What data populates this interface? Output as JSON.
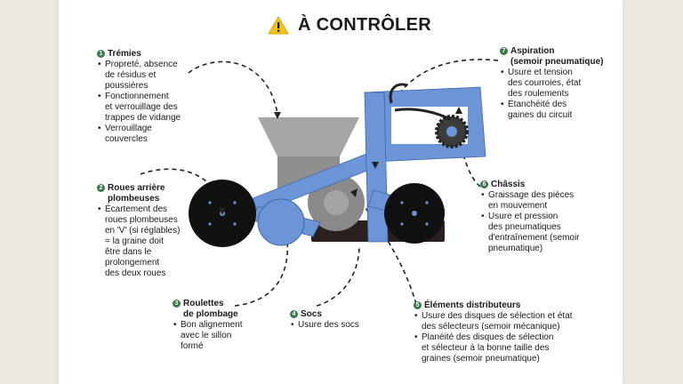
{
  "title": "À CONTRÔLER",
  "colors": {
    "machine_blue": "#6b95d6",
    "badge_green": "#3a7a4a",
    "warning_yellow": "#f2c21b"
  },
  "icons": {
    "warning": "warning-triangle-icon"
  },
  "sections": [
    {
      "num": "1",
      "heading": [
        "Trémies"
      ],
      "items": [
        [
          "Propreté, absence",
          "de résidus et",
          "poussières"
        ],
        [
          "Fonctionnement",
          "et verrouillage des",
          "trappes de vidange"
        ],
        [
          "Verrouillage",
          "couvercles"
        ]
      ]
    },
    {
      "num": "2",
      "heading": [
        "Roues arrière",
        "plombeuses"
      ],
      "items": [
        [
          "Écartement des",
          "roues plombeuses",
          "en 'V' (si réglables)",
          "= la graine doit",
          "être dans le",
          "prolongement",
          "des deux roues"
        ]
      ]
    },
    {
      "num": "3",
      "heading": [
        "Roulettes",
        "de plombage"
      ],
      "items": [
        [
          "Bon alignement",
          "avec le sillon",
          "formé"
        ]
      ]
    },
    {
      "num": "4",
      "heading": [
        "Socs"
      ],
      "items": [
        [
          "Usure des socs"
        ]
      ]
    },
    {
      "num": "5",
      "heading": [
        "Éléments distributeurs"
      ],
      "items": [
        [
          "Usure des disques de sélection et état",
          "des sélecteurs (semoir mécanique)"
        ],
        [
          "Planéité des disques de sélection",
          "et sélecteur à la bonne taille des",
          "graines (semoir pneumatique)"
        ]
      ]
    },
    {
      "num": "6",
      "heading": [
        "Châssis"
      ],
      "items": [
        [
          "Graissage des pièces",
          "en mouvement"
        ],
        [
          "Usure et pression",
          "des pneumatiques",
          "d'entraînement (semoir",
          "pneumatique)"
        ]
      ]
    },
    {
      "num": "7",
      "heading": [
        "Aspiration",
        "(semoir pneumatique)"
      ],
      "items": [
        [
          "Usure et tension",
          "des courroies, état",
          "des roulements"
        ],
        [
          "Étanchéité des",
          "gaines du circuit"
        ]
      ]
    }
  ]
}
